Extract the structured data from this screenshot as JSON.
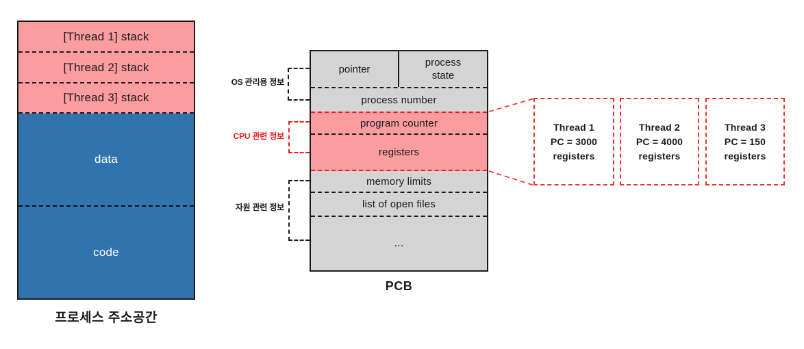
{
  "address_space": {
    "title": "프로세스 주소공간",
    "segments": [
      {
        "label": "[Thread 1] stack"
      },
      {
        "label": "[Thread 2] stack"
      },
      {
        "label": "[Thread 3] stack"
      },
      {
        "label": "data"
      },
      {
        "label": "code"
      }
    ]
  },
  "pcb": {
    "title": "PCB",
    "cells": {
      "pointer": "pointer",
      "process_state": "process state",
      "process_number": "process number",
      "program_counter": "program counter",
      "registers": "registers",
      "memory_limits": "memory limits",
      "open_files": "list of open files",
      "ellipsis": "..."
    },
    "annotations": [
      {
        "label": "OS 관리용 정보",
        "color": "#1a1a1a"
      },
      {
        "label": "CPU 관련 정보",
        "color": "#ee1c1c"
      },
      {
        "label": "자원 관련 정보",
        "color": "#1a1a1a"
      }
    ]
  },
  "threads": [
    {
      "name": "Thread 1",
      "pc": "PC = 3000",
      "regs": "registers"
    },
    {
      "name": "Thread 2",
      "pc": "PC = 4000",
      "regs": "registers"
    },
    {
      "name": "Thread 3",
      "pc": "PC = 150",
      "regs": "registers"
    }
  ],
  "colors": {
    "segment_pink": "#fa9ca0",
    "segment_blue": "#3173af",
    "pcb_gray": "#d4d4d4",
    "highlight_red": "#ee1c1c",
    "outline_black": "#1a1a1a"
  }
}
